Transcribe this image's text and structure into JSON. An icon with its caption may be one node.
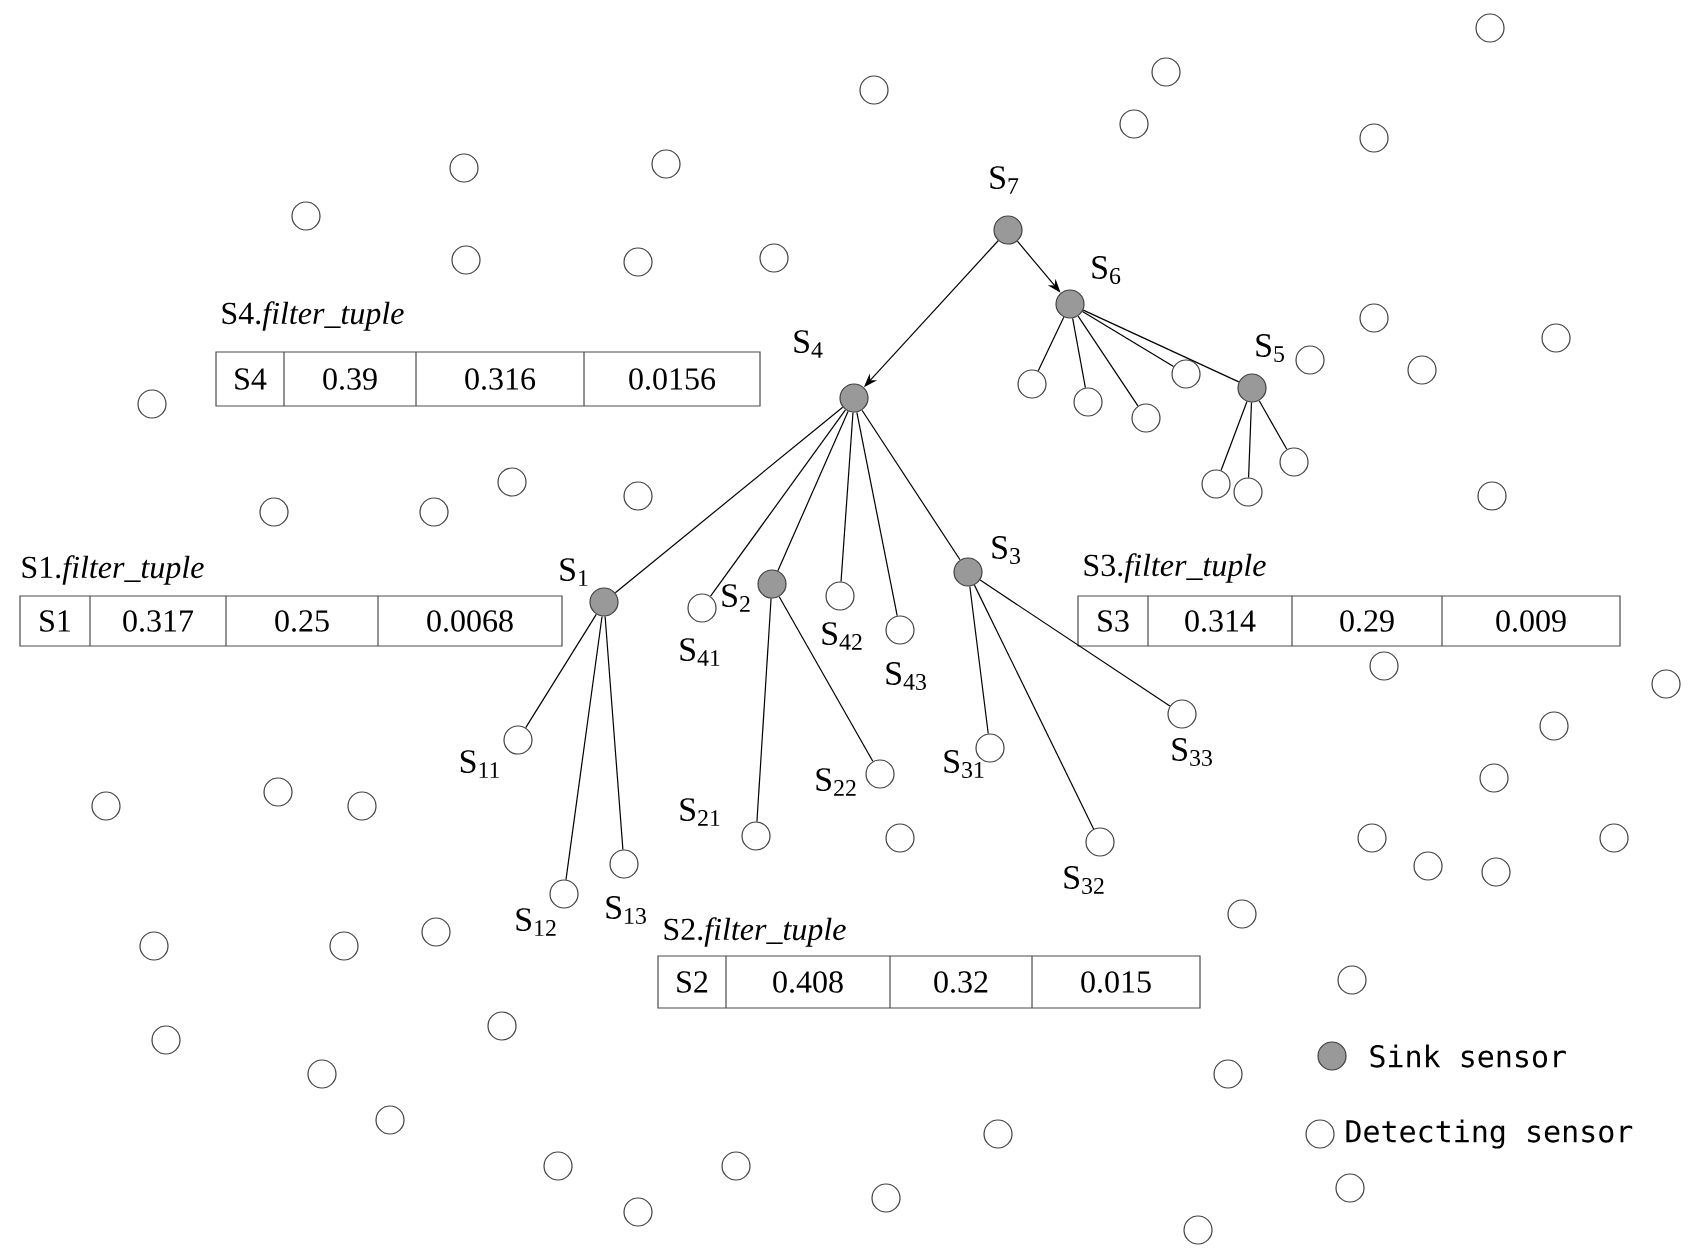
{
  "diagram": {
    "nodes": [
      {
        "text": [],
        "shape": "circle",
        "beside": [
          "S$_{7}$"
        ]
      },
      {
        "text": [],
        "shape": "circle",
        "beside": [
          "S$_{6}$"
        ]
      },
      {
        "text": [],
        "shape": "circle",
        "beside": [
          "S$_{5}$"
        ]
      },
      {
        "text": [],
        "shape": "circle",
        "beside": [
          "S$_{4}$"
        ]
      },
      {
        "text": [],
        "shape": "circle",
        "beside": [
          "S$_{1}$"
        ]
      },
      {
        "text": [],
        "shape": "circle",
        "beside": [
          "S$_{2}$"
        ]
      },
      {
        "text": [],
        "shape": "circle",
        "beside": [
          "S$_{3}$"
        ]
      },
      {
        "text": [],
        "shape": "circle",
        "beside": [
          "S$_{41}$"
        ]
      },
      {
        "text": [],
        "shape": "circle",
        "beside": [
          "S$_{42}$"
        ]
      },
      {
        "text": [],
        "shape": "circle",
        "beside": [
          "S$_{43}$"
        ]
      },
      {
        "text": [],
        "shape": "circle",
        "beside": [
          "S$_{11}$"
        ]
      },
      {
        "text": [],
        "shape": "circle",
        "beside": [
          "S$_{12}$"
        ]
      },
      {
        "text": [],
        "shape": "circle",
        "beside": [
          "S$_{13}$"
        ]
      },
      {
        "text": [],
        "shape": "circle",
        "beside": [
          "S$_{21}$"
        ]
      },
      {
        "text": [],
        "shape": "circle",
        "beside": [
          "S$_{22}$"
        ]
      },
      {
        "text": [],
        "shape": "circle",
        "beside": [
          "S$_{31}$"
        ]
      },
      {
        "text": [],
        "shape": "circle",
        "beside": [
          "S$_{32}$"
        ]
      },
      {
        "text": [],
        "shape": "circle",
        "beside": [
          "S$_{33}$"
        ]
      },
      {
        "text": [],
        "shape": "circle"
      },
      {
        "text": [],
        "shape": "circle"
      },
      {
        "text": [],
        "shape": "circle"
      },
      {
        "text": [],
        "shape": "circle"
      },
      {
        "text": [],
        "shape": "circle"
      },
      {
        "text": [],
        "shape": "circle"
      },
      {
        "text": [],
        "shape": "circle"
      },
      {
        "text": [
          "S4.*filter_tuple*",
          "S4",
          "0.39",
          "0.316",
          "0.0156"
        ]
      },
      {
        "text": [
          "S1.*filter_tuple*",
          "S1",
          "0.317",
          "0.25",
          "0.0068"
        ]
      },
      {
        "text": [
          "S2.*filter_tuple*",
          "S2",
          "0.408",
          "0.32",
          "0.015"
        ]
      },
      {
        "text": [
          "S3.*filter_tuple*",
          "S3",
          "0.314",
          "0.29",
          "0.009"
        ]
      },
      {
        "text": [],
        "shape": "circle"
      },
      {
        "text": [],
        "shape": "circle"
      },
      {
        "text": [],
        "shape": "circle"
      },
      {
        "text": [],
        "shape": "circle"
      },
      {
        "text": [],
        "shape": "circle"
      },
      {
        "text": [],
        "shape": "circle"
      },
      {
        "text": [],
        "shape": "circle"
      },
      {
        "text": [],
        "shape": "circle"
      },
      {
        "text": [],
        "shape": "circle"
      },
      {
        "text": [],
        "shape": "circle"
      },
      {
        "text": [],
        "shape": "circle"
      },
      {
        "text": [],
        "shape": "circle"
      },
      {
        "text": [],
        "shape": "circle"
      },
      {
        "text": [],
        "shape": "circle"
      },
      {
        "text": [],
        "shape": "circle"
      },
      {
        "text": [],
        "shape": "circle"
      },
      {
        "text": [],
        "shape": "circle"
      },
      {
        "text": [],
        "shape": "circle"
      },
      {
        "text": [],
        "shape": "circle"
      },
      {
        "text": [],
        "shape": "circle"
      },
      {
        "text": [],
        "shape": "circle"
      },
      {
        "text": [],
        "shape": "circle"
      },
      {
        "text": [],
        "shape": "circle"
      },
      {
        "text": [],
        "shape": "circle"
      },
      {
        "text": [],
        "shape": "circle"
      },
      {
        "text": [],
        "shape": "circle"
      },
      {
        "text": [],
        "shape": "circle"
      },
      {
        "text": [],
        "shape": "circle"
      },
      {
        "text": [],
        "shape": "circle"
      },
      {
        "text": [],
        "shape": "circle"
      },
      {
        "text": [],
        "shape": "circle"
      },
      {
        "text": [],
        "shape": "circle"
      },
      {
        "text": [],
        "shape": "circle"
      },
      {
        "text": [],
        "shape": "circle"
      },
      {
        "text": [],
        "shape": "circle"
      },
      {
        "text": [],
        "shape": "circle"
      },
      {
        "text": [],
        "shape": "circle"
      },
      {
        "text": [],
        "shape": "circle"
      },
      {
        "text": [],
        "shape": "circle"
      },
      {
        "text": [],
        "shape": "circle"
      },
      {
        "text": [],
        "shape": "circle"
      },
      {
        "text": [],
        "shape": "circle"
      },
      {
        "text": [],
        "shape": "circle"
      },
      {
        "text": [],
        "shape": "circle"
      },
      {
        "text": [],
        "shape": "circle"
      },
      {
        "text": [],
        "shape": "circle"
      },
      {
        "text": [],
        "shape": "circle"
      },
      {
        "text": [],
        "shape": "circle"
      },
      {
        "text": [],
        "shape": "circle"
      },
      {
        "text": [],
        "shape": "circle"
      }
    ],
    "edges": [
      {
        "from": 0,
        "to": 3,
        "arrow": "to"
      },
      {
        "from": 0,
        "to": 1,
        "arrow": "to"
      },
      {
        "from": 3,
        "to": 4,
        "arrow": "none"
      },
      {
        "from": 3,
        "to": 7,
        "arrow": "none"
      },
      {
        "from": 3,
        "to": 5,
        "arrow": "none"
      },
      {
        "from": 3,
        "to": 8,
        "arrow": "none"
      },
      {
        "from": 3,
        "to": 9,
        "arrow": "none"
      },
      {
        "from": 3,
        "to": 6,
        "arrow": "none"
      },
      {
        "from": 4,
        "to": 10,
        "arrow": "none"
      },
      {
        "from": 4,
        "to": 11,
        "arrow": "none"
      },
      {
        "from": 4,
        "to": 12,
        "arrow": "none"
      },
      {
        "from": 5,
        "to": 13,
        "arrow": "none"
      },
      {
        "from": 5,
        "to": 14,
        "arrow": "none"
      },
      {
        "from": 6,
        "to": 15,
        "arrow": "none"
      },
      {
        "from": 6,
        "to": 16,
        "arrow": "none"
      },
      {
        "from": 6,
        "to": 17,
        "arrow": "none"
      },
      {
        "from": 1,
        "to": 18,
        "arrow": "none"
      },
      {
        "from": 1,
        "to": 19,
        "arrow": "none"
      },
      {
        "from": 1,
        "to": 20,
        "arrow": "none"
      },
      {
        "from": 1,
        "to": 21,
        "arrow": "none"
      },
      {
        "from": 1,
        "to": 2,
        "arrow": "none"
      },
      {
        "from": 2,
        "to": 22,
        "arrow": "none"
      },
      {
        "from": 2,
        "to": 23,
        "arrow": "none"
      },
      {
        "from": 2,
        "to": 24,
        "arrow": "none"
      }
    ],
    "legend": [
      {
        "text": "Sink sensor"
      },
      {
        "text": "Detecting sensor"
      }
    ]
  }
}
